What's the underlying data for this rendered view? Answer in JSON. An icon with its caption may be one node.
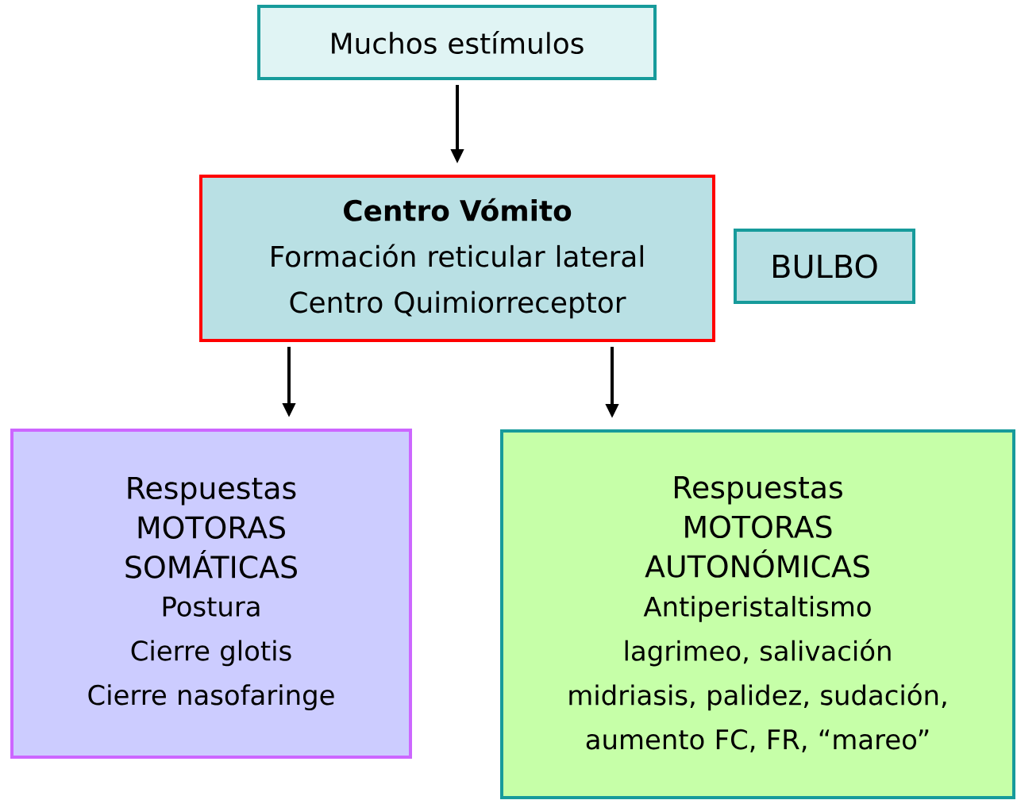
{
  "diagram": {
    "nodes": [
      {
        "text": [
          "Muchos estímulos"
        ]
      },
      {
        "text": [
          "Centro Vómito",
          "Formación reticular lateral",
          "Centro Quimiorreceptor"
        ]
      },
      {
        "text": [
          "BULBO"
        ]
      },
      {
        "text": [
          "Respuestas MOTORAS SOMÁTICAS",
          "Postura",
          "Cierre glotis",
          "Cierre nasofaringe"
        ]
      },
      {
        "text": [
          "Respuestas MOTORAS AUTONÓMICAS",
          "Antiperistaltismo",
          "lagrimeo, salivación",
          "midriasis, palidez, sudación,",
          "aumento FC, FR, “mareo”"
        ]
      }
    ],
    "edges": [
      {
        "from": 0,
        "to": 1,
        "arrow": "to"
      },
      {
        "from": 1,
        "to": 3,
        "arrow": "to"
      },
      {
        "from": 1,
        "to": 4,
        "arrow": "to"
      }
    ]
  }
}
